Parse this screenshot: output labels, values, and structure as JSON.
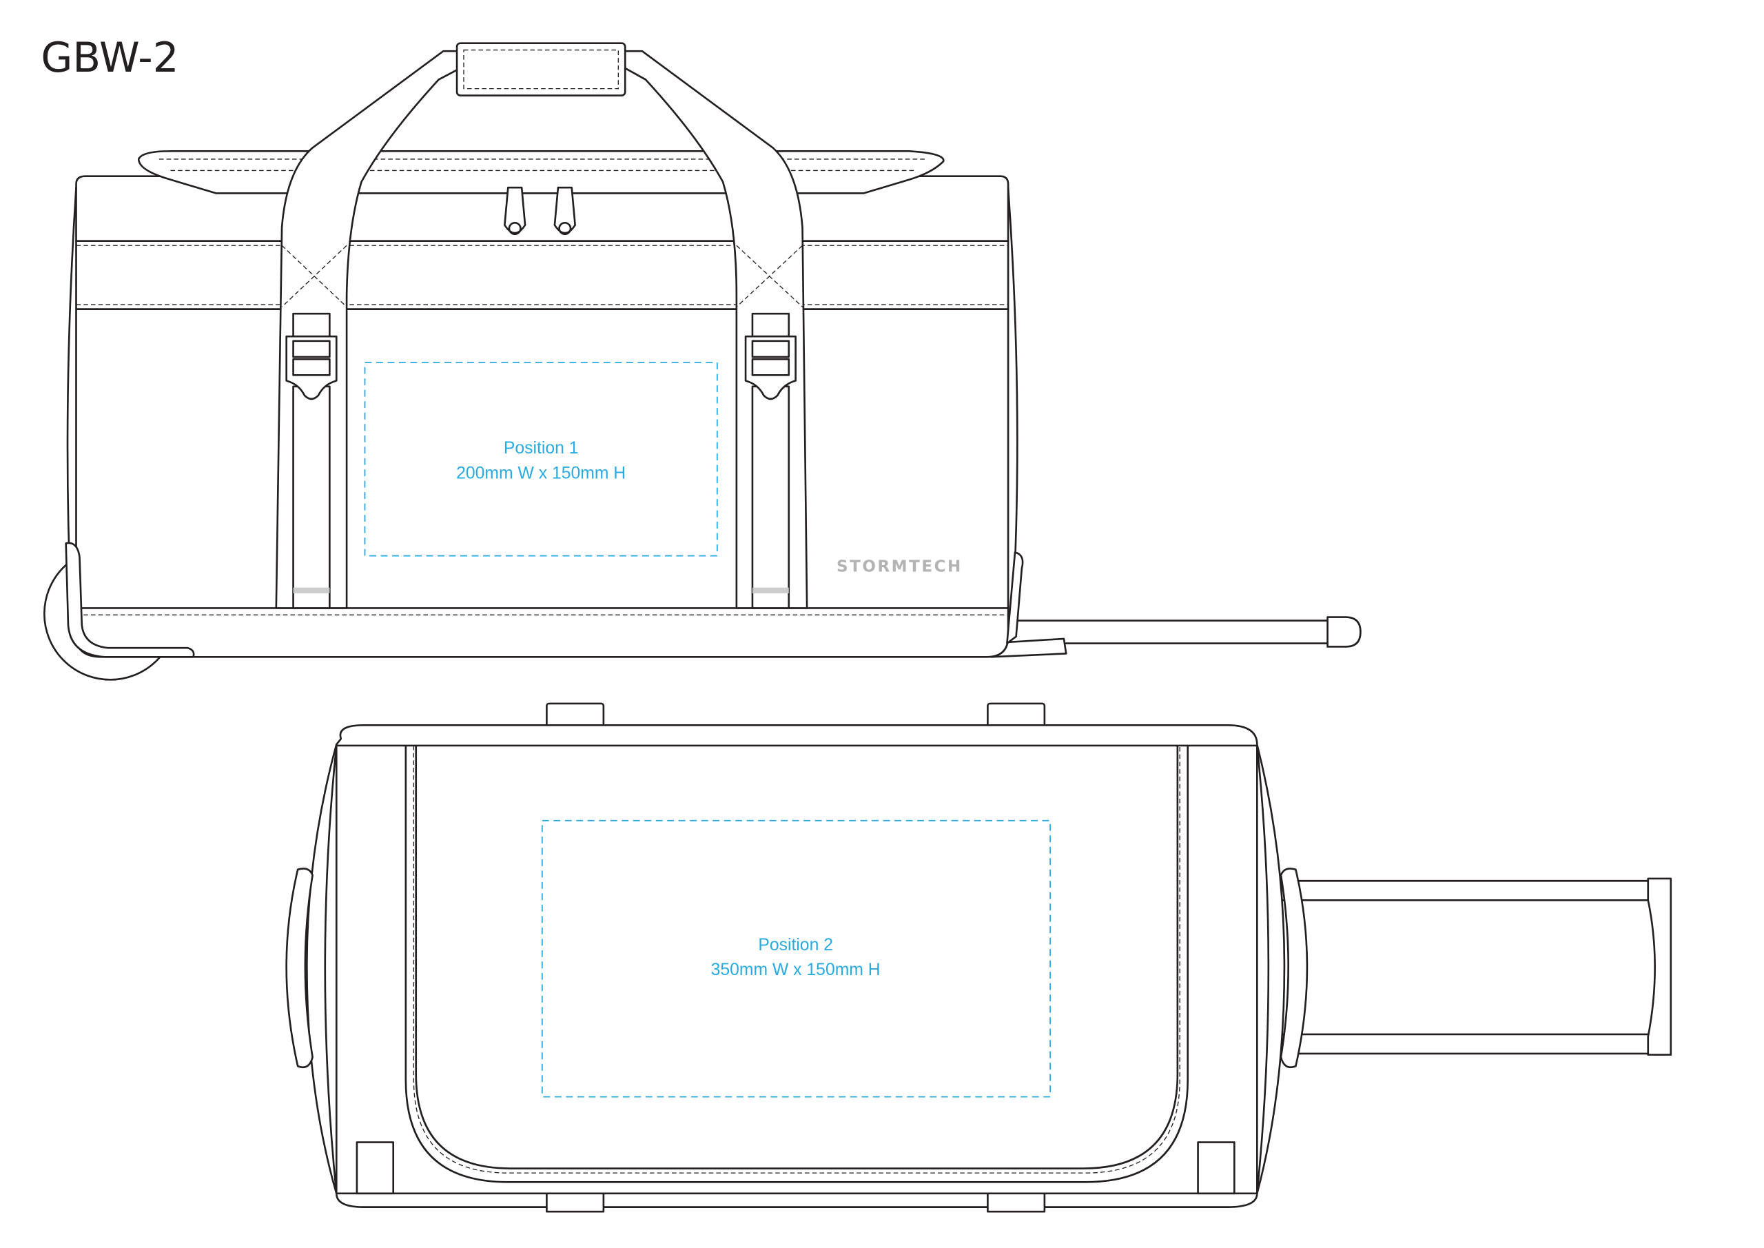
{
  "title": "GBW-2",
  "brand_logo": "STORMTECH",
  "accent_color": "#29abe2",
  "views": [
    {
      "name": "front",
      "print_area": {
        "label": "Position 1",
        "size": "200mm W x 150mm H"
      }
    },
    {
      "name": "top",
      "print_area": {
        "label": "Position 2",
        "size": "350mm W x 150mm H"
      }
    }
  ]
}
